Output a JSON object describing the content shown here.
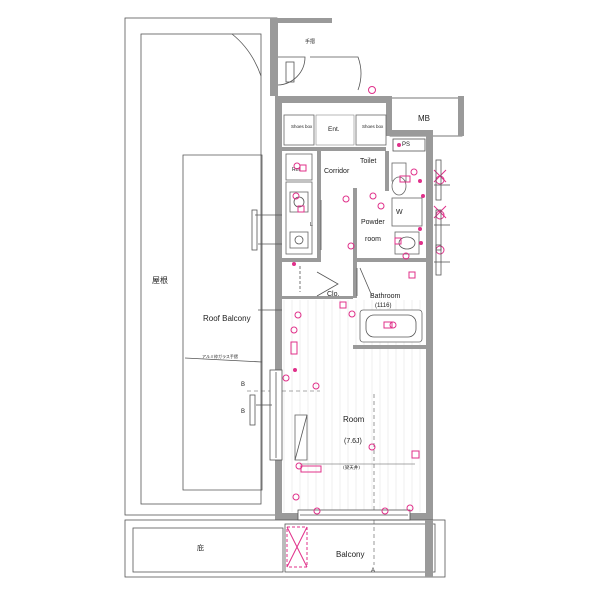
{
  "rooms": {
    "roof_balcony": "Roof Balcony",
    "roof_kanji": "屋根",
    "mb": "MB",
    "shoes_left": "Shoes box",
    "shoes_right": "Shoes box",
    "entrance": "Ent.",
    "ps": "PS",
    "corridor": "Corridor",
    "toilet": "Toilet",
    "powder": "Powder room",
    "washer": "W",
    "closet": "Clo.",
    "bathroom": "Bathroom",
    "bathroom_size": "(1116)",
    "room": "Room",
    "room_size": "(7.6J)",
    "balcony": "Balcony",
    "balcony_kanji": "庇",
    "handrail": "手摺",
    "ref": "Ref",
    "beam": "(梁天井)"
  },
  "annotations": {
    "glass_door": "アルミ枠ガラス手摺",
    "section_b": "B",
    "section_a": "A",
    "circle_mark": "◎",
    "l_label": "L"
  },
  "colors": {
    "wall": "#9a9a9a",
    "electrical": "#e0308a",
    "line": "#555555"
  }
}
